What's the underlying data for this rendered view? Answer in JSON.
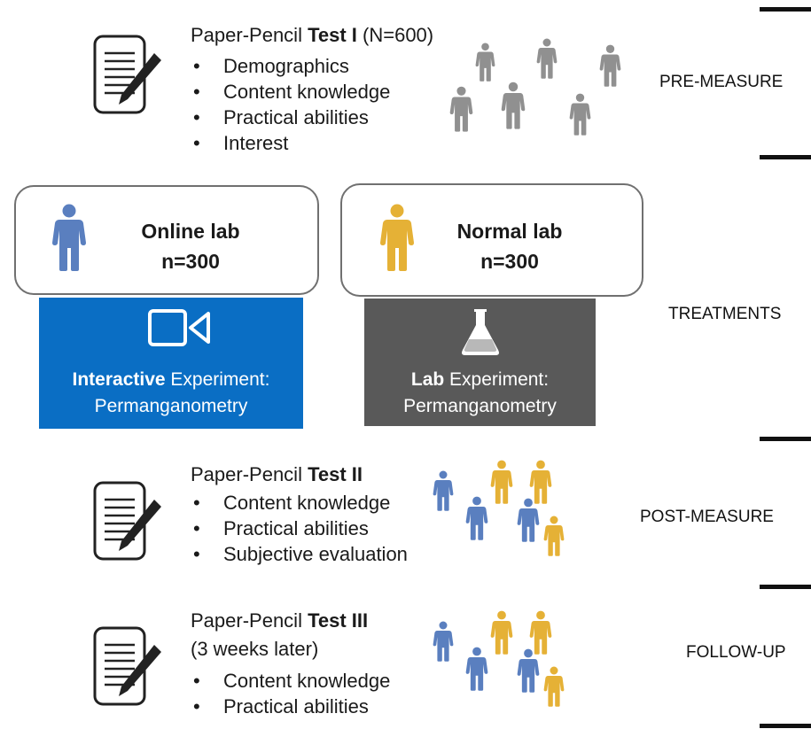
{
  "colors": {
    "blue_person": "#5a7fbf",
    "gold_person": "#e5b136",
    "gray_person": "#909090",
    "online_panel": "#0a6ec4",
    "normal_panel": "#595959"
  },
  "icons": [
    "test-sheet-icon",
    "person-icon",
    "video-camera-icon",
    "flask-icon"
  ],
  "stages": {
    "pre": "PRE-MEASURE",
    "treatments": "TREATMENTS",
    "post": "POST-MEASURE",
    "follow": "FOLLOW-UP"
  },
  "test1": {
    "prefix": "Paper-Pencil ",
    "bold": "Test I",
    "suffix": " (N=600)",
    "items": [
      "Demographics",
      "Content knowledge",
      "Practical abilities",
      "Interest"
    ]
  },
  "online": {
    "name": "Online lab",
    "n": "n=300",
    "panel_bold": "Interactive",
    "panel_rest": " Experiment:",
    "panel_line2": "Permanganometry"
  },
  "normal": {
    "name": "Normal lab",
    "n": "n=300",
    "panel_bold": "Lab",
    "panel_rest": " Experiment:",
    "panel_line2": "Permanganometry"
  },
  "test2": {
    "prefix": "Paper-Pencil ",
    "bold": "Test II",
    "items": [
      "Content knowledge",
      "Practical abilities",
      "Subjective evaluation"
    ]
  },
  "test3": {
    "prefix": "Paper-Pencil ",
    "bold": "Test III",
    "note": "(3 weeks later)",
    "items": [
      "Content knowledge",
      "Practical abilities"
    ]
  }
}
